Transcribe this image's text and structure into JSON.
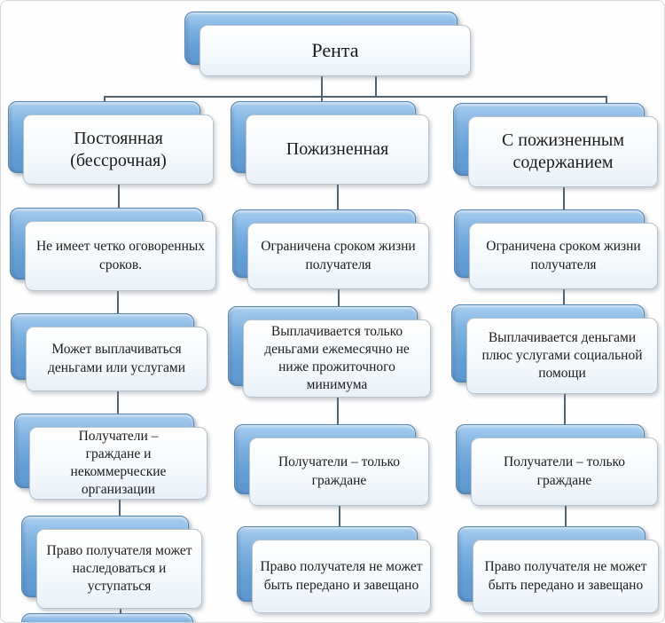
{
  "diagram_title": "Рента",
  "colors": {
    "box_blue_top": "#a9cef0",
    "box_blue_bottom": "#5e97cf",
    "box_blue_border": "#4f83b2",
    "panel_fill_top": "#ffffff",
    "panel_fill_bottom": "#e9f1f8",
    "panel_border": "#b6c2cd",
    "connector": "#50626f",
    "text": "#1b1b1b"
  },
  "root": {
    "label": "Рента"
  },
  "columns": [
    {
      "header": "Постоянная (бессрочная)",
      "cells": [
        "Не имеет четко оговоренных сроков.",
        "Может выплачиваться деньгами или услугами",
        "Получатели – граждане и некоммерческие организации",
        "Право получателя может наследоваться и уступаться"
      ]
    },
    {
      "header": "Пожизненная",
      "cells": [
        "Ограничена сроком жизни получателя",
        "Выплачивается только деньгами ежемесячно не ниже прожиточного минимума",
        "Получатели – только граждане",
        "Право получателя не может быть передано и завещано"
      ]
    },
    {
      "header": "С пожизненным содержанием",
      "cells": [
        "Ограничена сроком жизни получателя",
        "Выплачивается деньгами плюс услугами социальной помощи",
        "Получатели – только граждане",
        "Право получателя не может быть передано и завещано"
      ]
    }
  ]
}
